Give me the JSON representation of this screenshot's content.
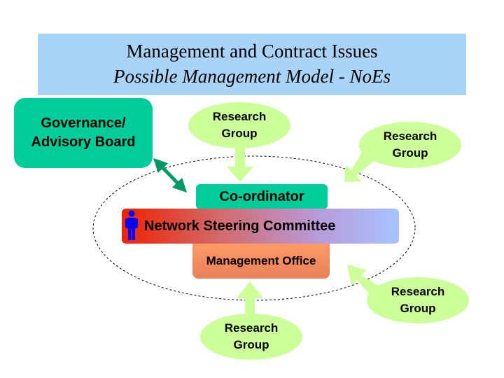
{
  "title": {
    "line1": "Management and Contract Issues",
    "line2": "Possible Management Model - NoEs"
  },
  "governance": {
    "line1": "Governance/",
    "line2": "Advisory Board"
  },
  "coordinator": "Co-ordinator",
  "steering_committee": "Network Steering Committee",
  "management_office": "Management Office",
  "research_groups": [
    {
      "line1": "Research",
      "line2": "Group"
    },
    {
      "line1": "Research",
      "line2": "Group"
    },
    {
      "line1": "Research",
      "line2": "Group"
    },
    {
      "line1": "Research",
      "line2": "Group"
    }
  ],
  "colors": {
    "title_background": "#a9d3f7",
    "accent_green": "#00cc99",
    "research_group_fill": "#ccff99",
    "person_icon": "#0000ff"
  },
  "icons": {
    "person": "person-icon"
  }
}
